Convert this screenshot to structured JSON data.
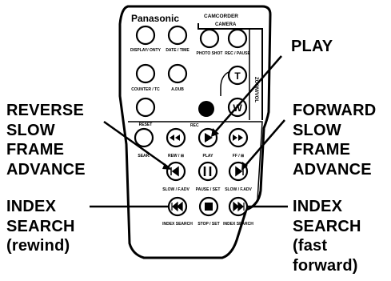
{
  "remote": {
    "brand": "Panasonic",
    "mode_header": "CAMCORDER",
    "mode_sub": "CAMERA",
    "side_label": "ZOOM/VOL",
    "rec_label": "REC",
    "buttons": {
      "display_onty": "DISPLAY/ ONTY",
      "date_time": "DATE / TIME",
      "photo_shot": "PHOTO SHOT",
      "rec_pause": "REC / PAUSE",
      "counter_tc": "COUNTER / TC",
      "a_dub": "A.DUB",
      "reset": "RESET",
      "tele": "T",
      "wide": "W",
      "search": "SEAR.",
      "rew": "REW / ⊞",
      "play": "PLAY",
      "ff": "FF / ⊞",
      "slow_rev": "SLOW / F.ADV",
      "pause": "PAUSE / SET",
      "slow_fwd": "SLOW / F.ADV",
      "index_rev": "INDEX SEARCH",
      "stop": "STOP / SET",
      "index_fwd": "INDEX SEARCH"
    }
  },
  "callouts": {
    "play": "PLAY",
    "reverse": [
      "REVERSE",
      "SLOW",
      "FRAME",
      "ADVANCE"
    ],
    "forward": [
      "FORWARD",
      "SLOW",
      "FRAME",
      "ADVANCE"
    ],
    "index_rev": [
      "INDEX",
      "SEARCH",
      "(rewind)"
    ],
    "index_fwd": [
      "INDEX",
      "SEARCH",
      "(fast",
      "forward)"
    ]
  }
}
